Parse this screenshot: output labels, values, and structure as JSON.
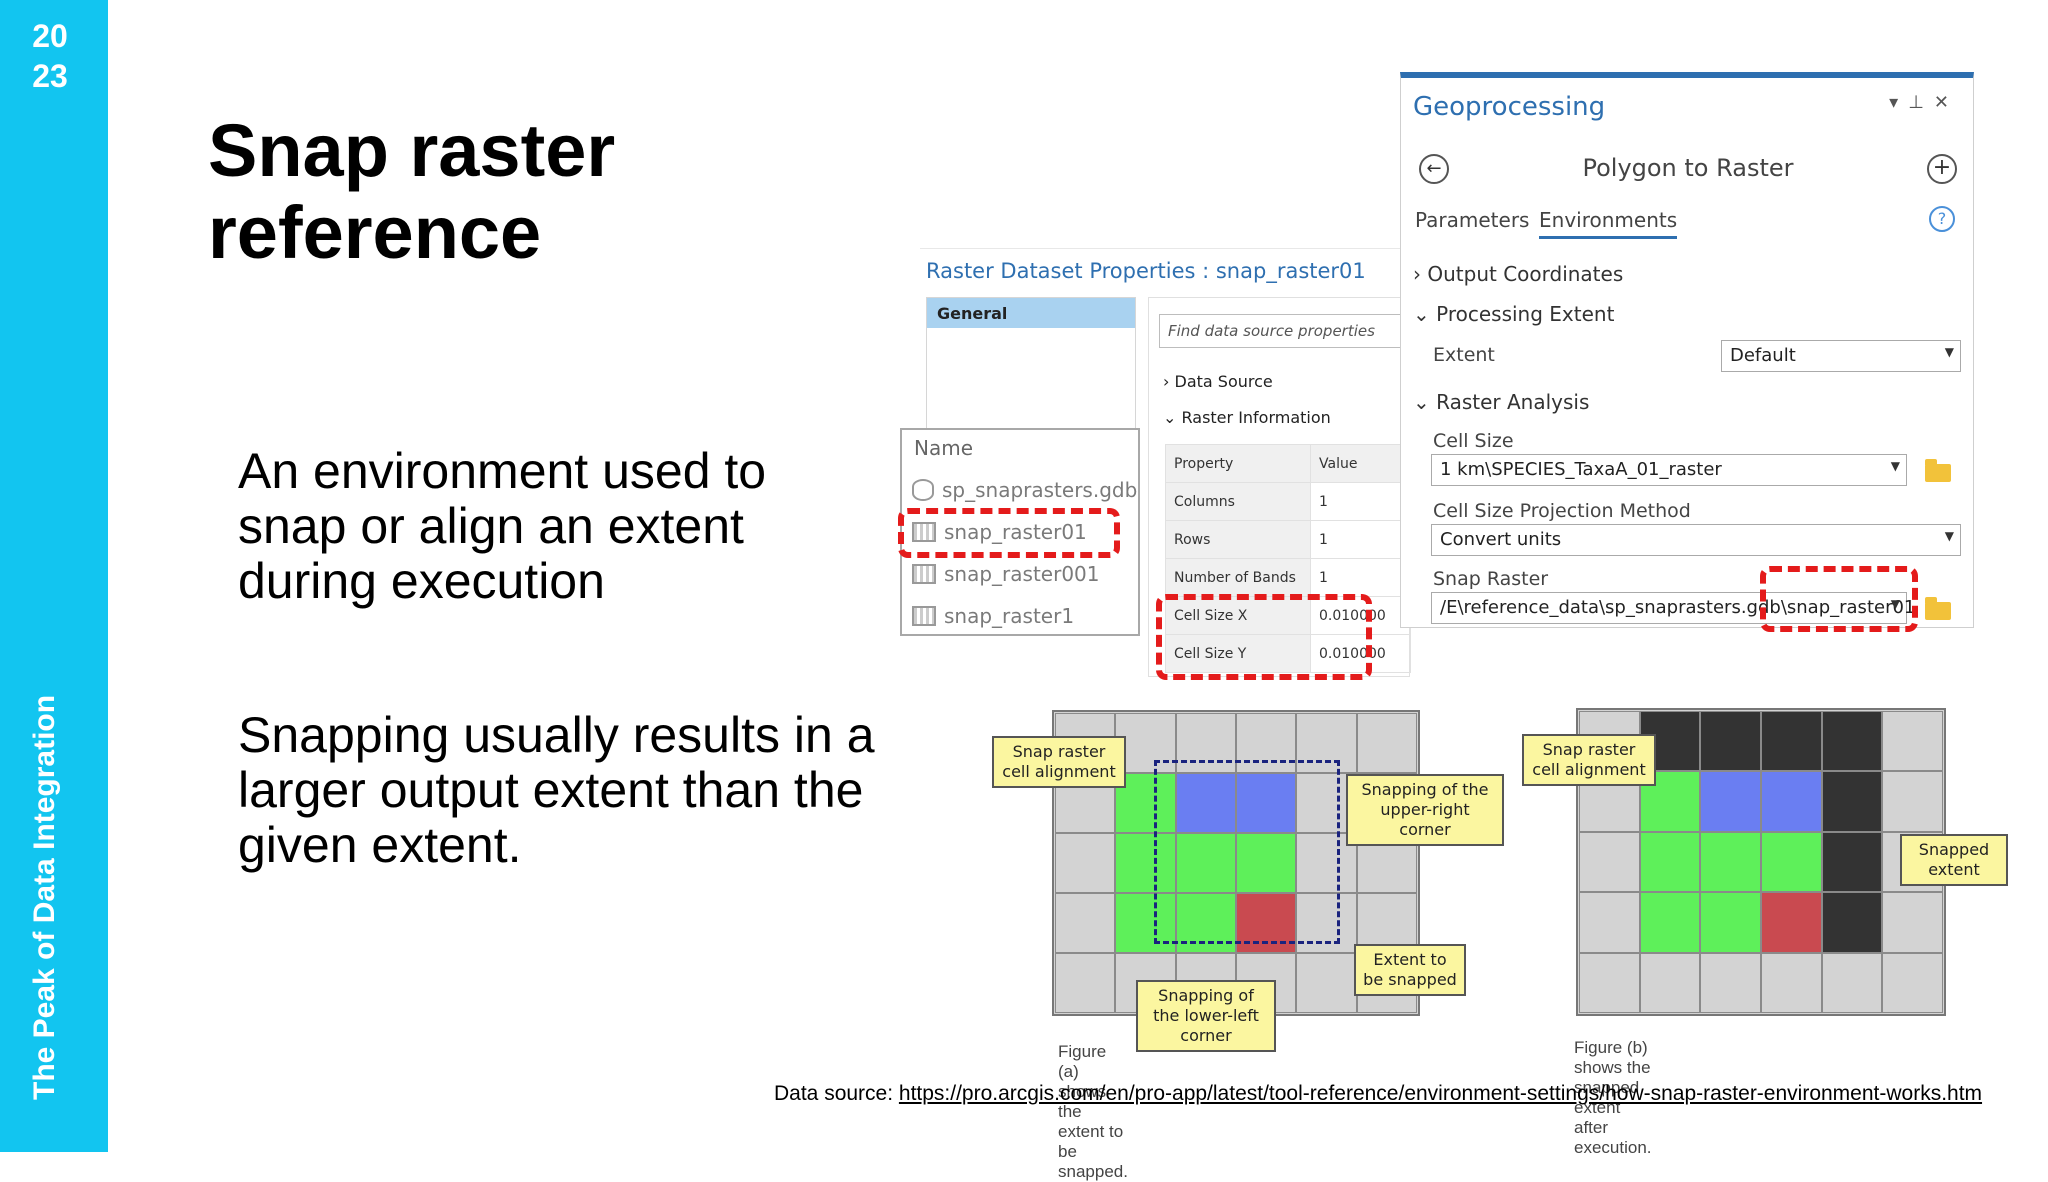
{
  "brand": {
    "year": [
      "20",
      "23"
    ],
    "conference": "The Peak of Data Integration"
  },
  "slide": {
    "title": [
      "Snap raster",
      "reference"
    ],
    "bullets": [
      "An environment used to snap or align an extent during execution",
      "Snapping usually results in a larger output extent than the given extent."
    ],
    "source_label": "Data source:",
    "source_link": "https://pro.arcgis.com/en/pro-app/latest/tool-reference/environment-settings/how-snap-raster-environment-works.htm"
  },
  "raster_properties": {
    "title": "Raster Dataset Properties : snap_raster01",
    "nav_general": "General",
    "search_placeholder": "Find data source properties",
    "sections": [
      "Data Source",
      "Raster Information"
    ],
    "table_headers": [
      "Property",
      "Value"
    ],
    "rows": [
      {
        "property": "Columns",
        "value": "1"
      },
      {
        "property": "Rows",
        "value": "1"
      },
      {
        "property": "Number of Bands",
        "value": "1"
      },
      {
        "property": "Cell Size X",
        "value": "0.010000"
      },
      {
        "property": "Cell Size Y",
        "value": "0.010000"
      }
    ]
  },
  "catalog": {
    "header": "Name",
    "items": [
      "sp_snaprasters.gdb",
      "snap_raster01",
      "snap_raster001",
      "snap_raster1"
    ]
  },
  "geoprocessing": {
    "pane_title": "Geoprocessing",
    "tool_name": "Polygon to Raster",
    "tabs": [
      "Parameters",
      "Environments"
    ],
    "sections": {
      "output_coordinates": "Output Coordinates",
      "processing_extent": "Processing Extent",
      "raster_analysis": "Raster Analysis"
    },
    "extent_label": "Extent",
    "extent_value": "Default",
    "cell_size_label": "Cell Size",
    "cell_size_value": "1 km\\SPECIES_TaxaA_01_raster",
    "cell_size_proj_label": "Cell Size Projection Method",
    "cell_size_proj_value": "Convert units",
    "snap_raster_label": "Snap Raster",
    "snap_raster_value": "/E\\reference_data\\sp_snaprasters.gdb\\snap_raster01"
  },
  "figure_a": {
    "callouts": {
      "snap_alignment": "Snap raster cell alignment",
      "upper_right": "Snapping of the upper-right corner",
      "lower_left": "Snapping of the lower-left corner",
      "extent_snapped": "Extent to be snapped"
    },
    "caption": "Figure (a) shows the extent to be snapped."
  },
  "figure_b": {
    "callouts": {
      "snap_alignment": "Snap raster cell alignment",
      "snapped_extent": "Snapped extent"
    },
    "caption": "Figure (b) shows the snapped extent after execution."
  },
  "colors": {
    "brand": "#12c5f0",
    "accent_blue": "#2e6fb0",
    "highlight_red": "#e41b1b"
  }
}
